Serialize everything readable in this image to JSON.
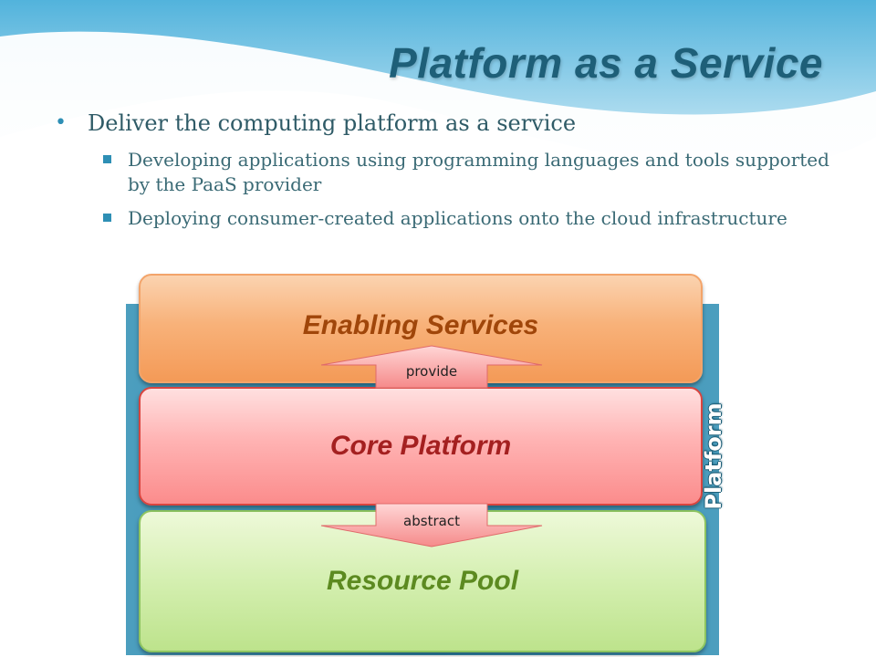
{
  "slide": {
    "title": "Platform as a Service",
    "bullets": [
      {
        "text": "Deliver the computing platform as a service",
        "sub": [
          "Developing applications using programming languages and tools supported by the PaaS provider",
          "Deploying consumer-created applications onto the cloud infrastructure"
        ]
      }
    ]
  },
  "diagram": {
    "platform_label": "Platform",
    "layers": {
      "enabling": "Enabling Services",
      "core": "Core Platform",
      "resource": "Resource Pool"
    },
    "arrows": {
      "up": "provide",
      "down": "abstract"
    }
  },
  "colors": {
    "title": "#1e5f78",
    "enabling_fill": "#f8b27a",
    "core_fill": "#ffb3b3",
    "resource_fill": "#d4efb0",
    "platform_back": "#2f8ab0"
  }
}
